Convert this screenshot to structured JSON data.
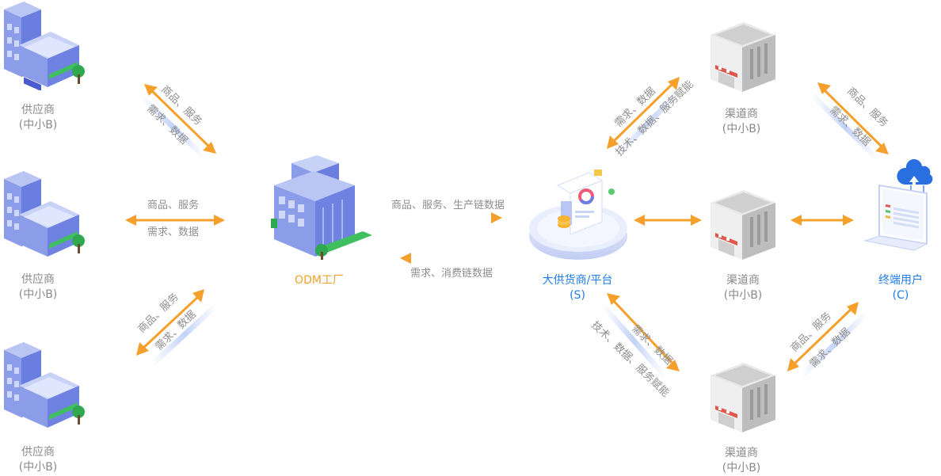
{
  "nodes": {
    "supplier_1": {
      "name": "供应商",
      "sub": "(中小B)"
    },
    "supplier_2": {
      "name": "供应商",
      "sub": "(中小B)"
    },
    "supplier_3": {
      "name": "供应商",
      "sub": "(中小B)"
    },
    "odm": {
      "name": "ODM工厂"
    },
    "platform": {
      "name": "大供货商/平台",
      "sub": "(S)"
    },
    "channel_1": {
      "name": "渠道商",
      "sub": "(中小B)"
    },
    "channel_2": {
      "name": "渠道商",
      "sub": "(中小B)"
    },
    "channel_3": {
      "name": "渠道商",
      "sub": "(中小B)"
    },
    "end_user": {
      "name": "终端用户",
      "sub": "(C)"
    }
  },
  "edges": {
    "supplier1_odm": {
      "top": "商品、服务",
      "bottom": "需求、数据"
    },
    "supplier2_odm": {
      "top": "商品、服务",
      "bottom": "需求、数据"
    },
    "supplier3_odm": {
      "top": "商品、服务",
      "bottom": "需求、数据"
    },
    "odm_to_platform": "商品、服务、生产链数据",
    "platform_to_odm": "需求、消费链数据",
    "platform_channel1": {
      "top": "需求、数据",
      "bottom": "技术、数据、服务赋能"
    },
    "platform_channel3": {
      "top": "需求、数据",
      "bottom": "技术、数据、服务赋能"
    },
    "channel1_enduser": {
      "top": "商品、服务",
      "bottom": "需求、数据"
    },
    "channel3_enduser": {
      "top": "商品、服务",
      "bottom": "需求、数据"
    }
  },
  "colors": {
    "orange": "#f5a02c",
    "blue": "#1f7ce8",
    "grey_text": "#8a8a8a",
    "building_blue": "#7b8ee6",
    "building_grey": "#dcdcdc"
  }
}
